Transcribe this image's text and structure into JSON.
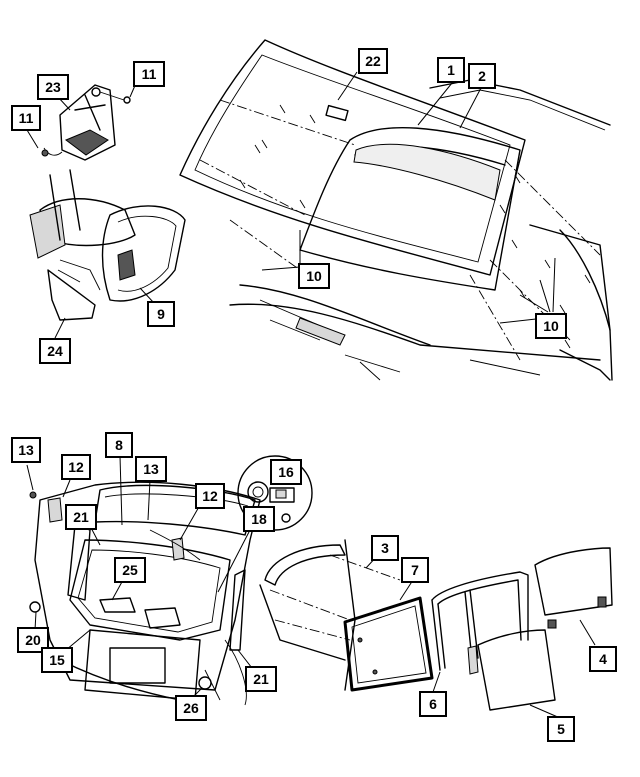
{
  "diagram": {
    "callouts": [
      {
        "id": "c22",
        "label": "22"
      },
      {
        "id": "c1",
        "label": "1"
      },
      {
        "id": "c2",
        "label": "2"
      },
      {
        "id": "c11a",
        "label": "11"
      },
      {
        "id": "c23",
        "label": "23"
      },
      {
        "id": "c11b",
        "label": "11"
      },
      {
        "id": "c10a",
        "label": "10"
      },
      {
        "id": "c10b",
        "label": "10"
      },
      {
        "id": "c9",
        "label": "9"
      },
      {
        "id": "c24",
        "label": "24"
      },
      {
        "id": "c13a",
        "label": "13"
      },
      {
        "id": "c12a",
        "label": "12"
      },
      {
        "id": "c8",
        "label": "8"
      },
      {
        "id": "c13b",
        "label": "13"
      },
      {
        "id": "c21a",
        "label": "21"
      },
      {
        "id": "c12b",
        "label": "12"
      },
      {
        "id": "c16",
        "label": "16"
      },
      {
        "id": "c18",
        "label": "18"
      },
      {
        "id": "c25",
        "label": "25"
      },
      {
        "id": "c3",
        "label": "3"
      },
      {
        "id": "c7",
        "label": "7"
      },
      {
        "id": "c20",
        "label": "20"
      },
      {
        "id": "c15",
        "label": "15"
      },
      {
        "id": "c21b",
        "label": "21"
      },
      {
        "id": "c26",
        "label": "26"
      },
      {
        "id": "c4",
        "label": "4"
      },
      {
        "id": "c6",
        "label": "6"
      },
      {
        "id": "c5",
        "label": "5"
      }
    ]
  }
}
